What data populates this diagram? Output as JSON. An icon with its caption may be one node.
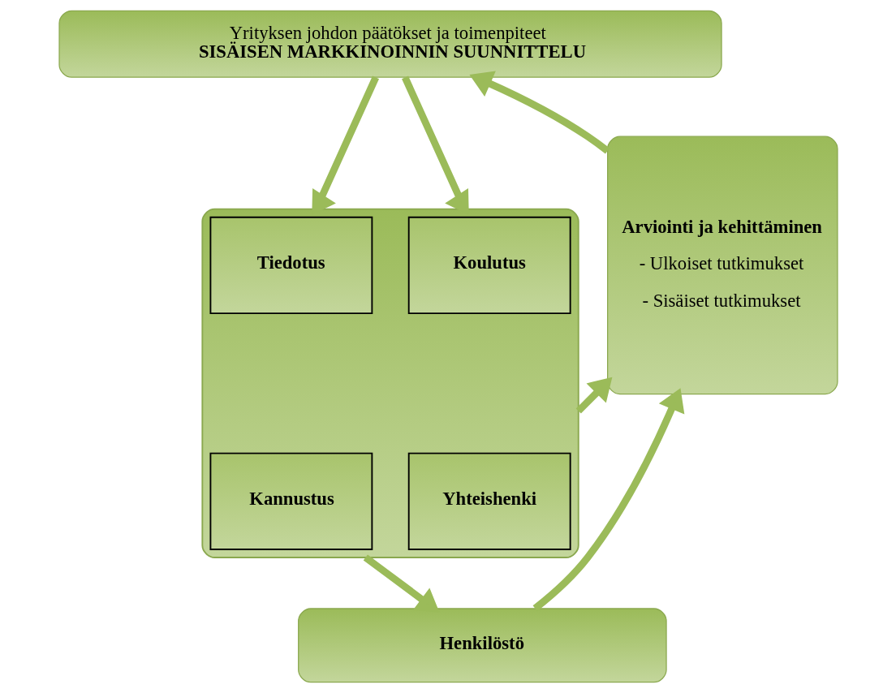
{
  "diagram": {
    "nodes": [
      {
        "text": [
          "Yrityksen johdon päätökset ja toimenpiteet",
          "SISÄISEN MARKKINOINNIN SUUNNITTELU"
        ]
      },
      {
        "text": [],
        "shape": "box"
      },
      {
        "text": [
          "Tiedotus"
        ],
        "in": 1
      },
      {
        "text": [
          "Koulutus"
        ],
        "in": 1
      },
      {
        "text": [
          "Kannustus"
        ],
        "in": 1
      },
      {
        "text": [
          "Yhteishenki"
        ],
        "in": 1
      },
      {
        "text": [
          "Henkilöstö"
        ]
      },
      {
        "text": [
          "Arviointi ja kehittäminen",
          "- Ulkoiset tutkimukset",
          "- Sisäiset tutkimukset"
        ]
      }
    ],
    "edges": [
      {
        "from": 0,
        "to": 1,
        "arrow": "to"
      },
      {
        "from": 0,
        "to": 1,
        "arrow": "to"
      },
      {
        "from": 1,
        "to": 7,
        "arrow": "to"
      },
      {
        "from": 1,
        "to": 6,
        "arrow": "to"
      },
      {
        "from": 6,
        "to": 7,
        "arrow": "to"
      },
      {
        "from": 7,
        "to": 0,
        "arrow": "to"
      }
    ]
  }
}
